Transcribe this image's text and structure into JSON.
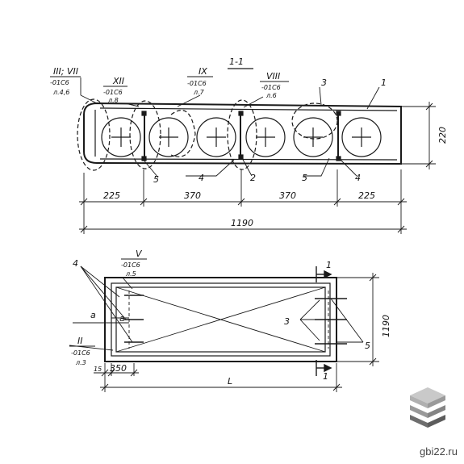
{
  "section": {
    "title": "1-1",
    "callouts": [
      {
        "roman": "III; VII",
        "code": "-01C6",
        "sheet": "л.4,6"
      },
      {
        "roman": "XII",
        "code": "-01C6",
        "sheet": "л.8"
      },
      {
        "roman": "IX",
        "code": "-01C6",
        "sheet": "л.7"
      },
      {
        "roman": "VIII",
        "code": "-01C6",
        "sheet": "л.6"
      }
    ],
    "labels": {
      "top3": "3",
      "top1": "1",
      "b5a": "5",
      "b4a": "4",
      "b2": "2",
      "b5b": "5",
      "b4b": "4"
    },
    "height": "220",
    "dims": [
      "225",
      "370",
      "370",
      "225"
    ],
    "total": "1190"
  },
  "plan": {
    "callout_v": {
      "roman": "V",
      "code": "-01C6",
      "sheet": "л.5"
    },
    "callout_ii": {
      "roman": "II",
      "code": "-01C6",
      "sheet": "л.3"
    },
    "labels": {
      "four": "4",
      "a1": "a",
      "a2": "a",
      "three": "3",
      "five": "5",
      "cut1": "1",
      "cut2": "1"
    },
    "width": "1190",
    "d15": "15",
    "d350": "350",
    "length": "L"
  },
  "watermark": "gbi22.ru",
  "colors": {
    "ink": "#1a1a1a",
    "logo_top": "#c9c9c9",
    "logo_mid": "#9a9a9a",
    "logo_bot": "#6e6e6e"
  }
}
